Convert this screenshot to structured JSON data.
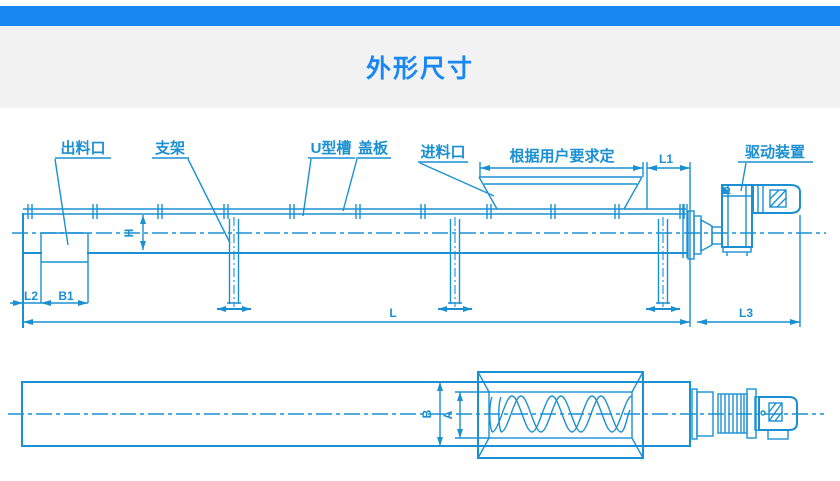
{
  "header": {
    "title": "外形尺寸"
  },
  "colors": {
    "banner_blue": "#1787f2",
    "drawing_blue": "#1a90d2",
    "band_gray": "#f2f2f3",
    "background": "#ffffff"
  },
  "labels": {
    "discharge_port": "出料口",
    "support": "支架",
    "u_trough": "U型槽",
    "cover_plate": "盖板",
    "feed_inlet": "进料口",
    "per_user_requirement": "根据用户要求定",
    "drive_device": "驱动装置"
  },
  "dims": {
    "l1": "L1",
    "l2": "L2",
    "b1": "B1",
    "h": "H",
    "l": "L",
    "l3": "L3",
    "b": "B",
    "a": "A"
  }
}
